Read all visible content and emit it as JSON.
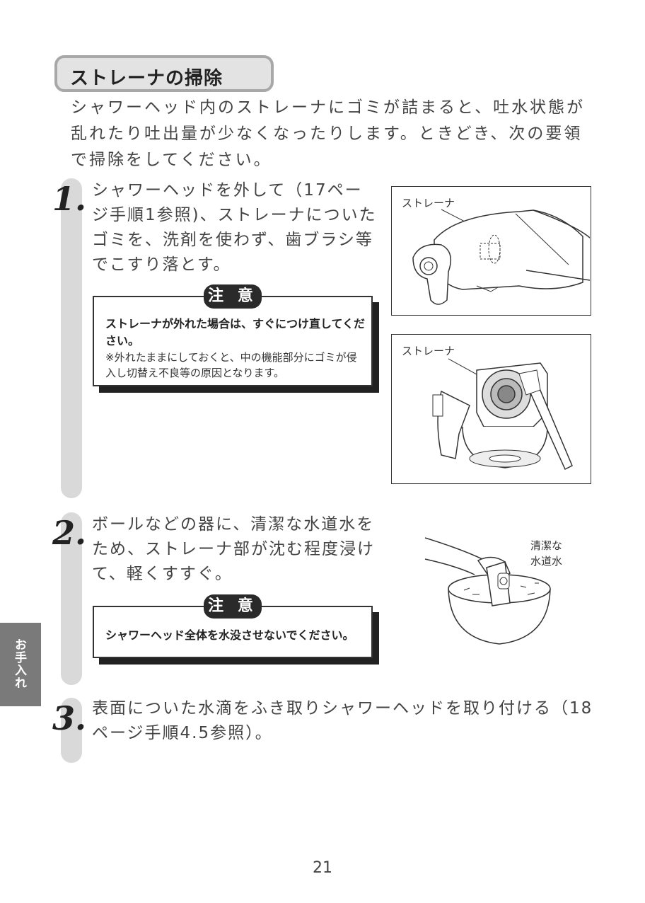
{
  "section": {
    "title": "ストレーナの掃除",
    "intro": "シャワーヘッド内のストレーナにゴミが詰まると、吐水状態が乱れたり吐出量が少なくなったりします。ときどき、次の要領で掃除をしてください。"
  },
  "steps": [
    {
      "number": "1.",
      "text": "シャワーヘッドを外して（17ページ手順1参照)、ストレーナについたゴミを、洗剤を使わず、歯ブラシ等でこすり落とす。",
      "caution": {
        "tag": "注 意",
        "bold": "ストレーナが外れた場合は、すぐにつけ直してください。",
        "note": "※外れたままにしておくと、中の機能部分にゴミが侵入し切替え不良等の原因となります。"
      }
    },
    {
      "number": "2.",
      "text": "ボールなどの器に、清潔な水道水をため、ストレーナ部が沈む程度浸けて、軽くすすぐ。",
      "caution": {
        "tag": "注 意",
        "bold": "シャワーヘッド全体を水没させないでください。"
      }
    },
    {
      "number": "3.",
      "text": "表面についた水滴をふき取りシャワーヘッドを取り付ける（18ページ手順4.5参照）。"
    }
  ],
  "figures": {
    "fig1_label": "ストレーナ",
    "fig2_label": "ストレーナ",
    "fig3_label_line1": "清潔な",
    "fig3_label_line2": "水道水"
  },
  "side_tab": "お手入れ",
  "page_number": "21"
}
